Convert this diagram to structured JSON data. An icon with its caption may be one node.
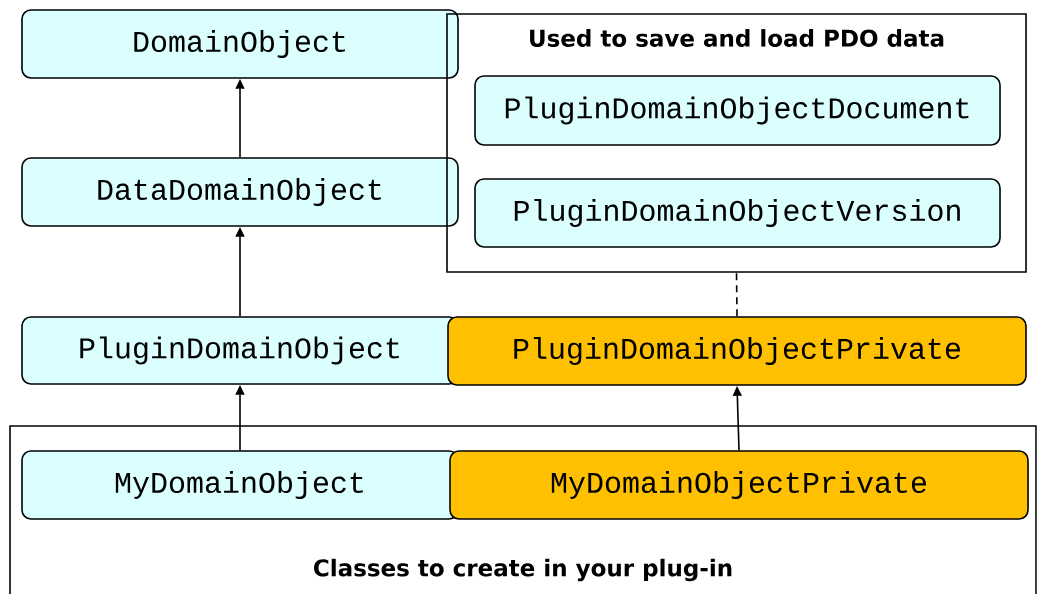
{
  "diagram": {
    "nodes": [
      {
        "text": [
          "DomainObject"
        ]
      },
      {
        "text": [
          "DataDomainObject"
        ]
      },
      {
        "text": [
          "PluginDomainObject"
        ]
      },
      {
        "text": [
          "Used to save and load PDO data"
        ]
      },
      {
        "text": [
          "PluginDomainObjectDocument"
        ],
        "in": 3
      },
      {
        "text": [
          "PluginDomainObjectVersion"
        ],
        "in": 3
      },
      {
        "text": [
          "PluginDomainObjectPrivate"
        ]
      },
      {
        "text": [
          "Classes to create in your plug-in"
        ]
      },
      {
        "text": [
          "MyDomainObject"
        ],
        "in": 7
      },
      {
        "text": [
          "MyDomainObjectPrivate"
        ],
        "in": 7
      }
    ],
    "edges": [
      {
        "from": 1,
        "to": 0,
        "arrow": "to"
      },
      {
        "from": 2,
        "to": 1,
        "arrow": "to"
      },
      {
        "from": 8,
        "to": 2,
        "arrow": "to"
      },
      {
        "from": 9,
        "to": 6,
        "arrow": "to"
      },
      {
        "from": 6,
        "to": 3,
        "arrow": "none",
        "style": "dashed"
      }
    ]
  }
}
